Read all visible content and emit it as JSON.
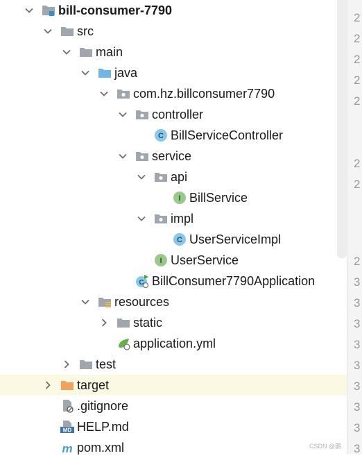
{
  "tree": [
    {
      "label": "bill-consumer-7790",
      "indent": 0,
      "icon": "module-folder-icon",
      "chevron": "expanded",
      "bold": true
    },
    {
      "label": "src",
      "indent": 1,
      "icon": "folder-icon",
      "chevron": "expanded"
    },
    {
      "label": "main",
      "indent": 2,
      "icon": "folder-icon",
      "chevron": "expanded"
    },
    {
      "label": "java",
      "indent": 3,
      "icon": "source-folder-icon",
      "chevron": "expanded"
    },
    {
      "label": "com.hz.billconsumer7790",
      "indent": 4,
      "icon": "package-icon",
      "chevron": "expanded"
    },
    {
      "label": "controller",
      "indent": 5,
      "icon": "package-icon",
      "chevron": "expanded"
    },
    {
      "label": "BillServiceController",
      "indent": 6,
      "icon": "class-icon",
      "chevron": "none"
    },
    {
      "label": "service",
      "indent": 5,
      "icon": "package-icon",
      "chevron": "expanded"
    },
    {
      "label": "api",
      "indent": 6,
      "icon": "package-icon",
      "chevron": "expanded"
    },
    {
      "label": "BillService",
      "indent": 7,
      "icon": "interface-icon",
      "chevron": "none"
    },
    {
      "label": "impl",
      "indent": 6,
      "icon": "package-icon",
      "chevron": "expanded"
    },
    {
      "label": "UserServiceImpl",
      "indent": 7,
      "icon": "class-icon",
      "chevron": "none"
    },
    {
      "label": "UserService",
      "indent": 6,
      "icon": "interface-icon",
      "chevron": "none"
    },
    {
      "label": "BillConsumer7790Application",
      "indent": 5,
      "icon": "spring-boot-class-icon",
      "chevron": "none"
    },
    {
      "label": "resources",
      "indent": 3,
      "icon": "resources-folder-icon",
      "chevron": "expanded"
    },
    {
      "label": "static",
      "indent": 4,
      "icon": "folder-icon",
      "chevron": "collapsed"
    },
    {
      "label": "application.yml",
      "indent": 4,
      "icon": "spring-yml-icon",
      "chevron": "none"
    },
    {
      "label": "test",
      "indent": 2,
      "icon": "folder-icon",
      "chevron": "collapsed"
    },
    {
      "label": "target",
      "indent": 1,
      "icon": "excluded-folder-icon",
      "chevron": "collapsed",
      "highlight": true
    },
    {
      "label": ".gitignore",
      "indent": 1,
      "icon": "ignored-file-icon",
      "chevron": "none"
    },
    {
      "label": "HELP.md",
      "indent": 1,
      "icon": "markdown-file-icon",
      "chevron": "none"
    },
    {
      "label": "pom.xml",
      "indent": 1,
      "icon": "maven-file-icon",
      "chevron": "none"
    }
  ],
  "gutter": [
    {
      "text": "2",
      "row": 0
    },
    {
      "text": "2",
      "row": 1
    },
    {
      "text": "2",
      "row": 2
    },
    {
      "text": "2",
      "row": 3
    },
    {
      "text": "2",
      "row": 4
    },
    {
      "text": "2",
      "row": 7
    },
    {
      "text": "2",
      "row": 8
    },
    {
      "text": "2",
      "row": 11.7
    },
    {
      "text": "3",
      "row": 12.7
    },
    {
      "text": "3",
      "row": 13.7
    },
    {
      "text": "3",
      "row": 14.7
    },
    {
      "text": "3",
      "row": 15.7
    },
    {
      "text": "3",
      "row": 16.7
    },
    {
      "text": "3",
      "row": 17.7
    },
    {
      "text": "3",
      "row": 18.7
    },
    {
      "text": "3",
      "row": 19.7
    },
    {
      "text": "3",
      "row": 20.7
    }
  ],
  "watermark": "CSDN @鹊",
  "colors": {
    "folder": "#a0a6ad",
    "source_folder": "#6fb5e6",
    "excluded_folder": "#f0a35e",
    "class": "#86c9ea",
    "interface": "#9bc98b",
    "chevron": "#6e6e6e",
    "highlight": "#fbf8e4"
  }
}
